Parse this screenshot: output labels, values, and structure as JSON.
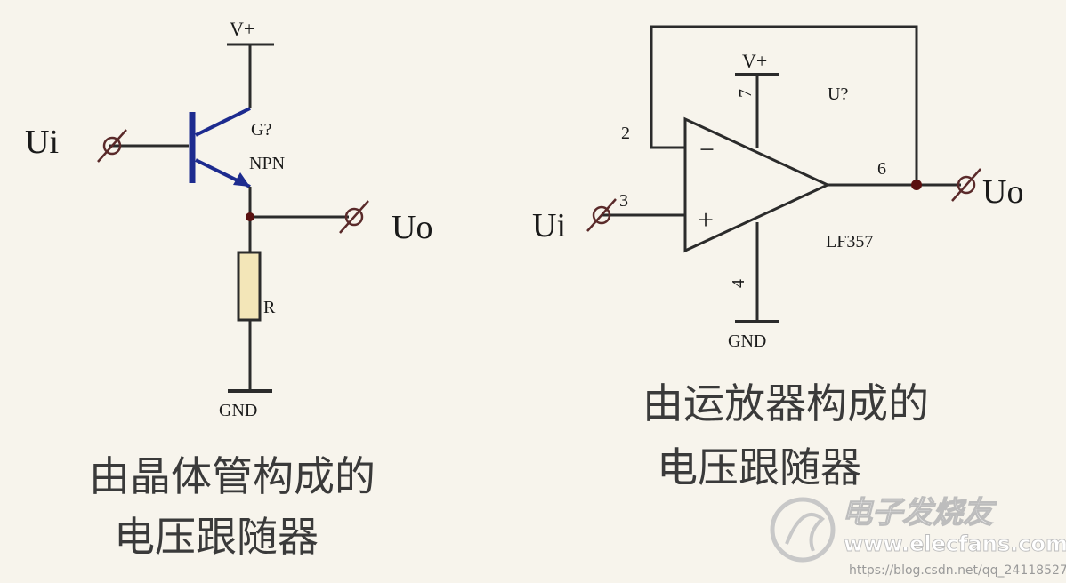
{
  "left_circuit": {
    "supply": "V+",
    "transistor_ref": "G?",
    "transistor_type": "NPN",
    "input": "Ui",
    "output": "Uo",
    "resistor": "R",
    "ground": "GND",
    "caption_line1": "由晶体管构成的",
    "caption_line2": "电压跟随器"
  },
  "right_circuit": {
    "supply": "V+",
    "opamp_ref": "U?",
    "opamp_part": "LF357",
    "input": "Ui",
    "output": "Uo",
    "ground": "GND",
    "pin_inverting": "2",
    "pin_noninverting": "3",
    "pin_output": "6",
    "pin_vplus": "7",
    "pin_gnd": "4",
    "sign_minus": "−",
    "sign_plus": "+",
    "caption_line1": "由运放器构成的",
    "caption_line2": "电压跟随器"
  },
  "watermark": {
    "brand": "电子发烧友",
    "url": "www.elecfans.com",
    "source": "https://blog.csdn.net/qq_24118527"
  },
  "colors": {
    "wire": "#2b2b2b",
    "transistor": "#1d2b8f",
    "resistor_fill": "#f3e6b8",
    "junction": "#5a1010",
    "background": "#f7f4ec"
  }
}
